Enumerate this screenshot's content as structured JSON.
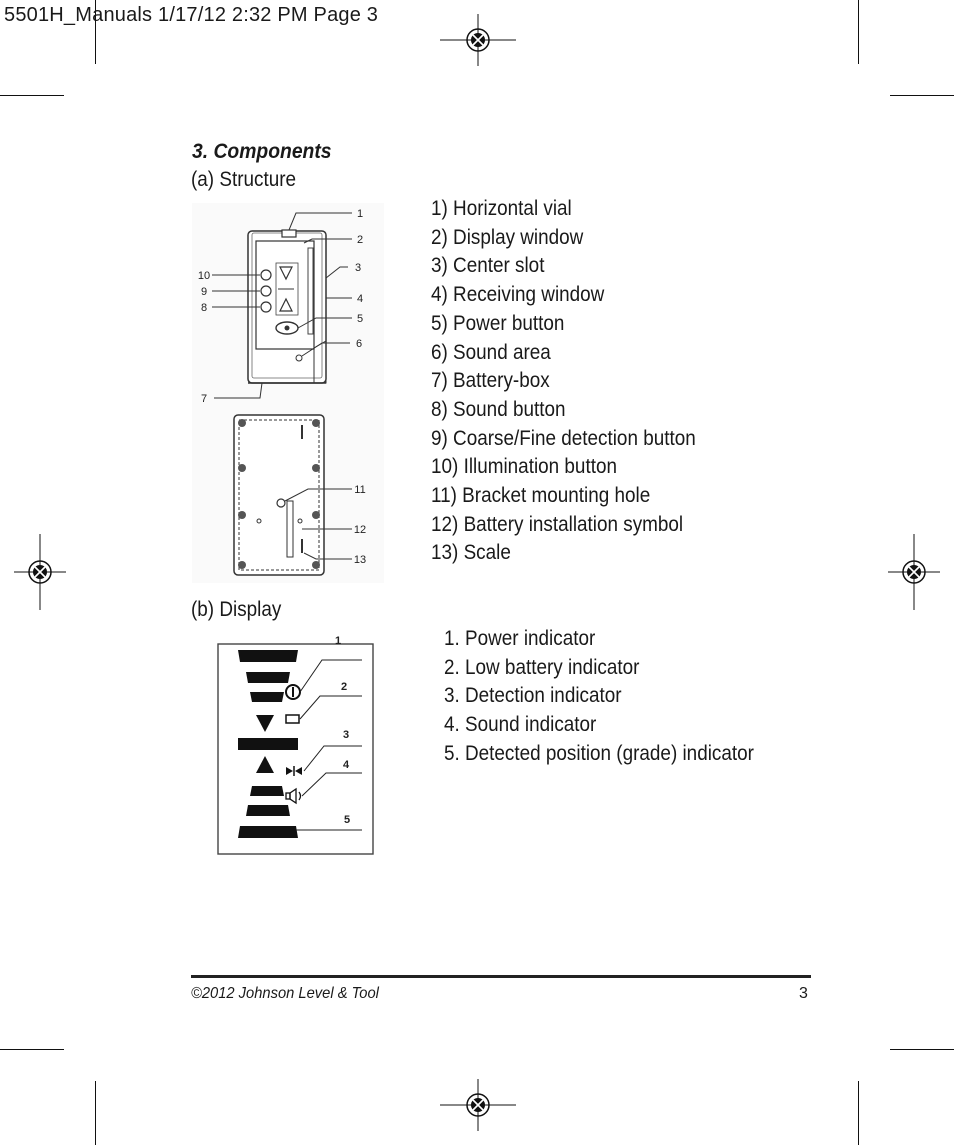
{
  "slug_line": "5501H_Manuals  1/17/12  2:32 PM  Page 3",
  "section": {
    "title": "3. Components",
    "structure_heading": "(a) Structure",
    "structure_items": [
      "1) Horizontal vial",
      "2) Display window",
      "3) Center slot",
      "4) Receiving window",
      "5) Power button",
      "6) Sound area",
      "7) Battery-box",
      "8) Sound button",
      "9) Coarse/Fine detection button",
      "10) Illumination button",
      "11) Bracket mounting hole",
      "12) Battery installation symbol",
      "13) Scale"
    ],
    "display_heading": "(b) Display",
    "display_items": [
      "1. Power indicator",
      "2. Low battery indicator",
      "3. Detection indicator",
      "4. Sound indicator",
      "5. Detected position (grade) indicator"
    ]
  },
  "structure_diagram_callouts": [
    "1",
    "2",
    "3",
    "4",
    "5",
    "6",
    "7",
    "8",
    "9",
    "10",
    "11",
    "12",
    "13"
  ],
  "display_diagram_callouts": [
    "1",
    "2",
    "3",
    "4",
    "5"
  ],
  "footer": {
    "copyright": "©2012 Johnson Level & Tool",
    "page_number": "3"
  }
}
